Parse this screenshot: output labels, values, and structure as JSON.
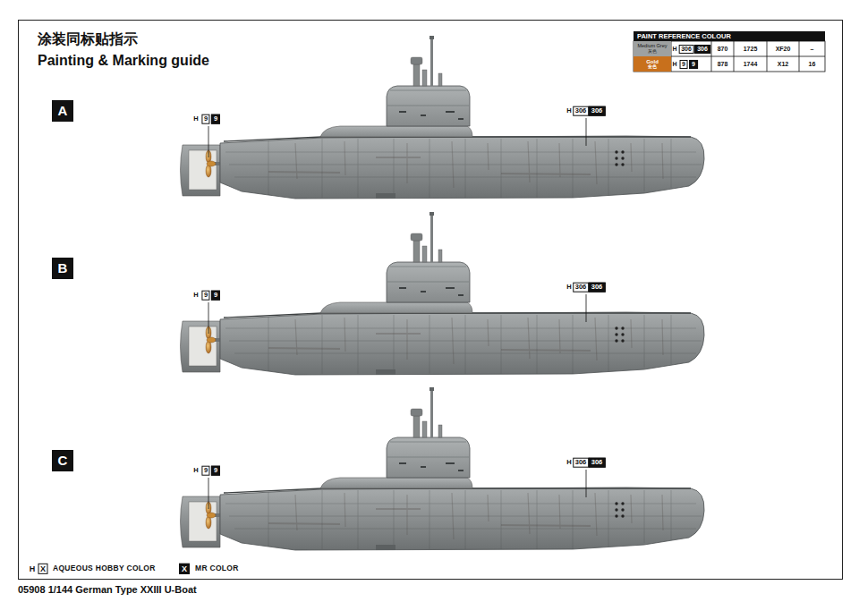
{
  "diagram": {
    "title": "涂装同标贴指示",
    "caption": "05908 1/144 German Type XXIII U-Boat",
    "nodes": [
      {
        "text": [
          "PAINT REFERENCE COLOUR"
        ]
      },
      {
        "text": [
          "Medium Grey",
          "灰色"
        ]
      },
      {
        "text": [
          "Gold",
          "金色"
        ]
      },
      {
        "text": [
          "A"
        ]
      },
      {
        "text": [
          "B"
        ]
      },
      {
        "text": [
          "C"
        ]
      }
    ],
    "labels": [
      "Painting & Marking guide",
      "H",
      "306",
      "306",
      "870",
      "1725",
      "XF20",
      "–",
      "H",
      "9",
      "9",
      "878",
      "1744",
      "X12",
      "16",
      "H",
      "9",
      "9",
      "H",
      "306",
      "306",
      "H",
      "9",
      "9",
      "H",
      "306",
      "306",
      "H",
      "9",
      "9",
      "H",
      "306",
      "306",
      "H",
      "X",
      "X"
    ],
    "legend": [
      {
        "text": "AQUEOUS HOBBY COLOR"
      },
      {
        "text": "MR COLOR"
      }
    ]
  }
}
